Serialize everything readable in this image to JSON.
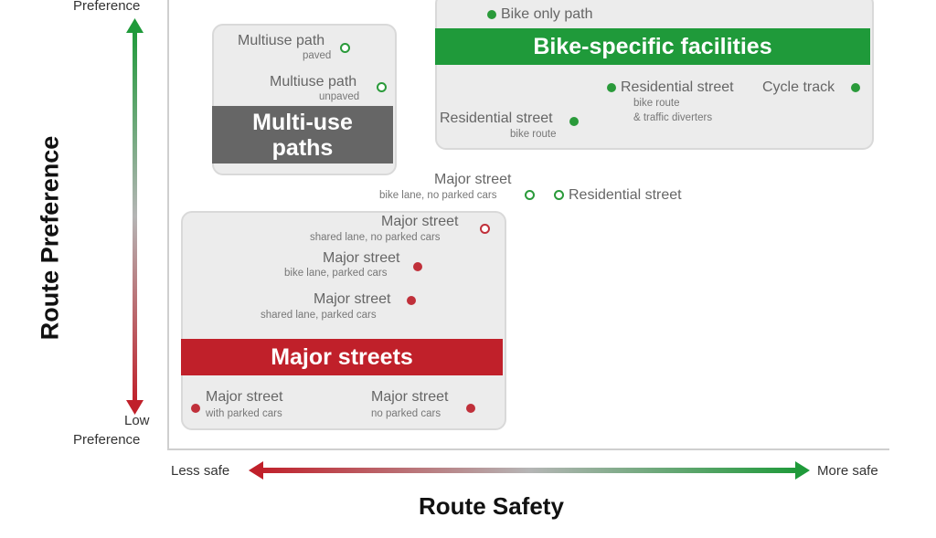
{
  "axes": {
    "y_title": "Route Preference",
    "y_high": "Preference",
    "y_low_line1": "Low",
    "y_low_line2": "Preference",
    "x_title": "Route Safety",
    "x_low": "Less safe",
    "x_high": "More safe"
  },
  "groups": {
    "multiuse": {
      "title_line1": "Multi-use",
      "title_line2": "paths",
      "color": "#666666",
      "items": [
        {
          "label": "Multiuse path",
          "sub": "paved",
          "marker": "hollow-green"
        },
        {
          "label": "Multiuse path",
          "sub": "unpaved",
          "marker": "hollow-green"
        }
      ]
    },
    "bike": {
      "title": "Bike-specific facilities",
      "color": "#1f9a3a",
      "items": [
        {
          "label": "Bike only path",
          "sub": "",
          "marker": "green"
        },
        {
          "label": "Residential street",
          "sub": "bike route",
          "sub2": "& traffic diverters",
          "marker": "green"
        },
        {
          "label": "Cycle track",
          "sub": "",
          "marker": "green"
        },
        {
          "label": "Residential street",
          "sub": "bike route",
          "marker": "green"
        }
      ]
    },
    "major": {
      "title": "Major streets",
      "color": "#c0202a",
      "items": [
        {
          "label": "Major street",
          "sub": "shared lane, no parked cars",
          "marker": "hollow-red"
        },
        {
          "label": "Major street",
          "sub": "bike lane, parked cars",
          "marker": "red"
        },
        {
          "label": "Major street",
          "sub": "shared lane, parked cars",
          "marker": "red"
        },
        {
          "label": "Major street",
          "sub": "with parked cars",
          "marker": "red"
        },
        {
          "label": "Major street",
          "sub": "no parked cars",
          "marker": "red"
        }
      ]
    }
  },
  "ungrouped": [
    {
      "label": "Major street",
      "sub": "bike lane, no parked cars",
      "marker": "hollow-green"
    },
    {
      "label": "Residential street",
      "sub": "",
      "marker": "hollow-green"
    }
  ],
  "colors": {
    "gradient_low": "#c0202a",
    "gradient_mid": "#b5b5b5",
    "gradient_high": "#1f9a3a"
  }
}
